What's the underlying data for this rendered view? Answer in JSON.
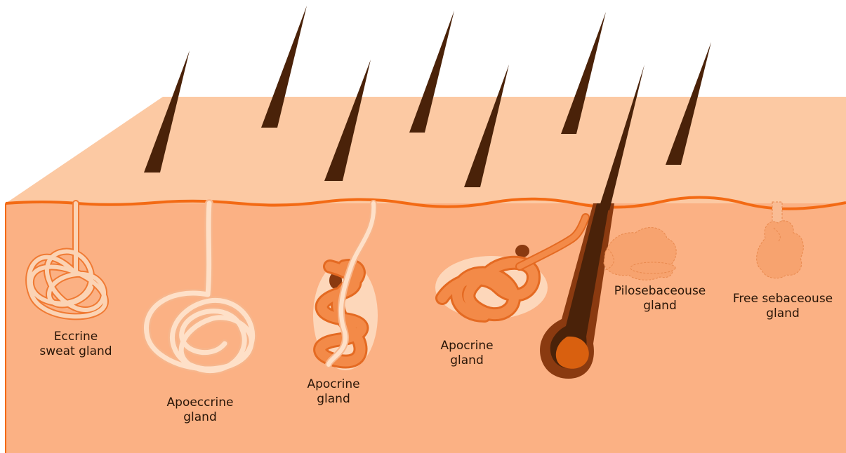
{
  "colors": {
    "skin_top": "#FCC9A3",
    "skin_side": "#FBB184",
    "surface_line": "#F36A14",
    "hair": "#4A2209",
    "eccrine_duct": "#FBD3B4",
    "eccrine_outline": "#F07A33",
    "apocrine_tube": "#F38A48",
    "sebaceous": "#F7A36F",
    "follicle_bulb": "#D9600F"
  },
  "labels": {
    "eccrine": {
      "line1": "Eccrine",
      "line2": "sweat gland"
    },
    "apoeccrine": {
      "line1": "Apoeccrine",
      "line2": "gland"
    },
    "apocrine_1": {
      "line1": "Apocrine",
      "line2": "gland"
    },
    "apocrine_2": {
      "line1": "Apocrine",
      "line2": "gland"
    },
    "pilosebaceous": {
      "line1": "Pilosebaceouse",
      "line2": "gland"
    },
    "free_sebaceous": {
      "line1": "Free sebaceouse",
      "line2": "gland"
    }
  }
}
